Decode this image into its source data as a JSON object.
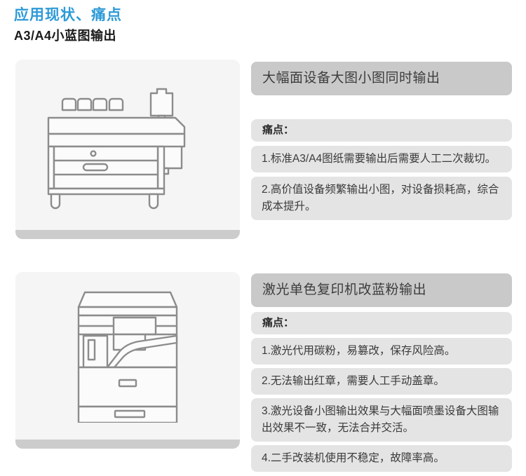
{
  "header": {
    "title": "应用现状、痛点",
    "subtitle": "A3/A4小蓝图输出",
    "title_color": "#2e9ad8",
    "subtitle_color": "#1a1a1a"
  },
  "theme": {
    "card_bg": "#f5f5f5",
    "card_base": "#cccccc",
    "panel_title_bg": "#c9c9c9",
    "row_bg": "#e4e4e4",
    "line_color": "#8c8c8c",
    "page_bg": "#ffffff"
  },
  "sections": [
    {
      "illustration": "wide-format-inkjet-printer-icon",
      "panel_title": "大幅面设备大图小图同时输出",
      "pain_label": "痛点：",
      "pain_points": [
        "1.标准A3/A4图纸需要输出后需要人工二次裁切。",
        "2.高价值设备频繁输出小图，对设备损耗高，综合成本提升。"
      ]
    },
    {
      "illustration": "laser-copier-icon",
      "panel_title": "激光单色复印机改蓝粉输出",
      "pain_label": "痛点：",
      "pain_points": [
        "1.激光代用碳粉，易篡改，保存风险高。",
        "2.无法输出红章，需要人工手动盖章。",
        "3.激光设备小图输出效果与大幅面喷墨设备大图输出效果不一致，无法合并交活。",
        "4.二手改装机使用不稳定，故障率高。"
      ]
    }
  ]
}
